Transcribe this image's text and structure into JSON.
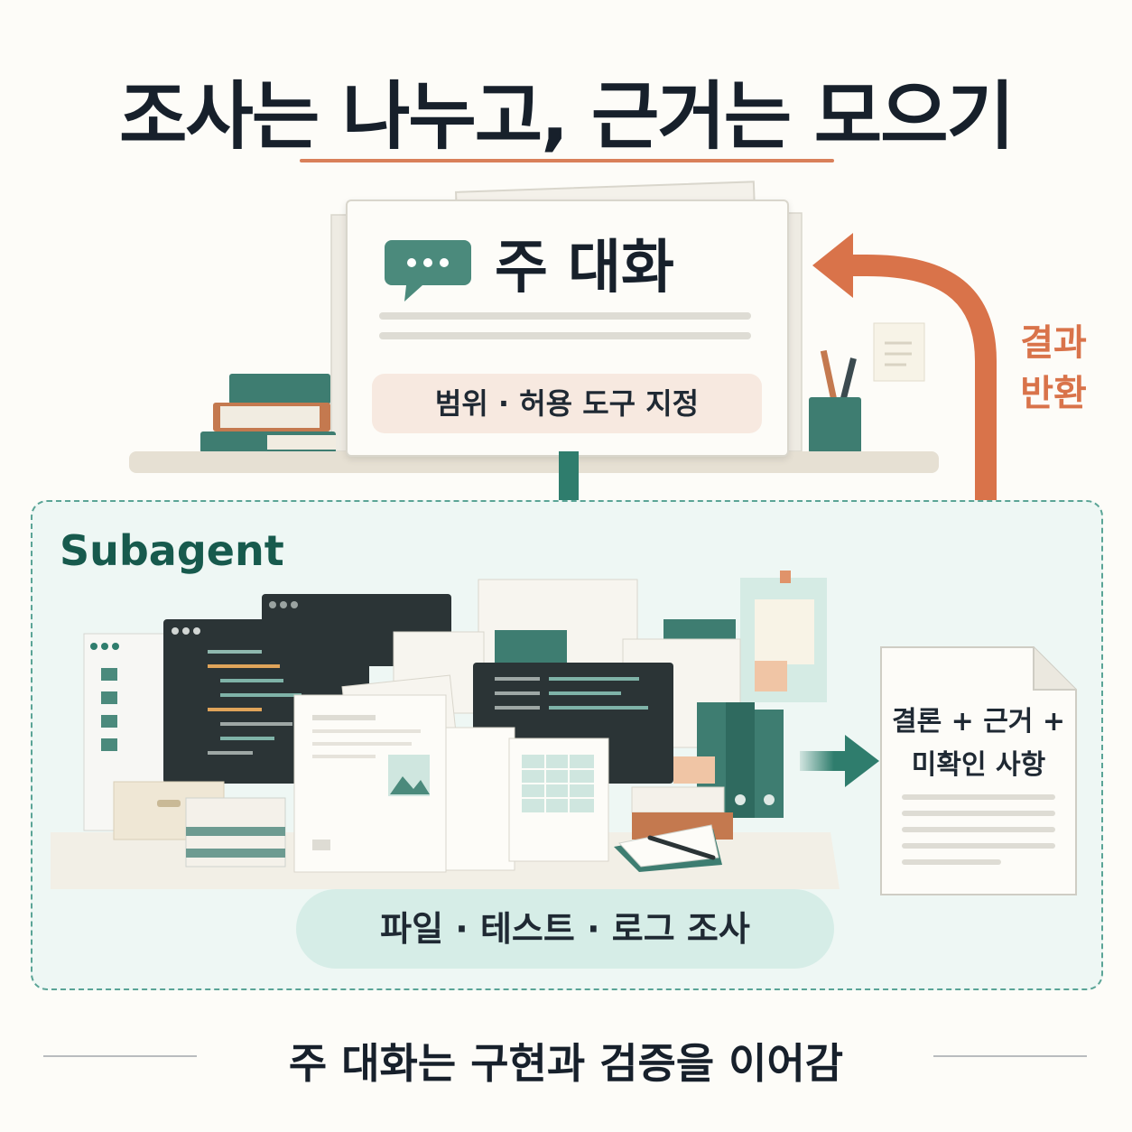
{
  "title": "조사는 나누고, 근거는 모으기",
  "main_conversation": {
    "title": "주 대화",
    "scope_label": "범위 · 허용 도구 지정",
    "icon": "chat-bubble-icon"
  },
  "return_label": {
    "line1": "결과",
    "line2": "반환"
  },
  "subagent": {
    "title": "Subagent",
    "work_label": "파일 · 테스트 · 로그 조사"
  },
  "result_doc": {
    "line1": "결론 + 근거 +",
    "line2": "미확인 사항"
  },
  "footer": "주 대화는 구현과 검증을 이어감",
  "colors": {
    "teal": "#2f7d6d",
    "dark_teal": "#175a4d",
    "orange": "#d9734a",
    "text": "#17202b"
  }
}
